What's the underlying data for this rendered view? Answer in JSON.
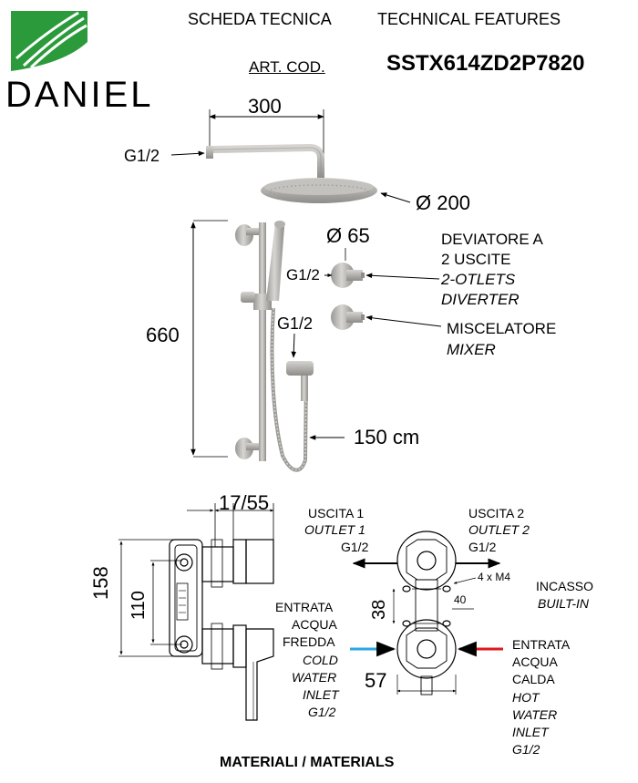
{
  "brand": {
    "name": "DANIEL",
    "color": "#2a9a3a"
  },
  "header": {
    "title_it": "SCHEDA TECNICA",
    "title_en": "TECHNICAL FEATURES",
    "art_cod_label": "ART. COD.",
    "art_cod_value": "SSTX614ZD2P7820"
  },
  "top_drawing": {
    "arm_length": "300",
    "arm_thread": "G1/2",
    "head_diameter": "Ø 200",
    "bar_height": "660",
    "diverter_diameter": "Ø 65",
    "diverter_thread": "G1/2",
    "outlet_thread": "G1/2",
    "hose_length": "150 cm",
    "diverter_label_it_1": "DEVIATORE A",
    "diverter_label_it_2": "2 USCITE",
    "diverter_label_en_1": "2-OTLETS",
    "diverter_label_en_2": "DIVERTER",
    "mixer_label_it": "MISCELATORE",
    "mixer_label_en": "MIXER"
  },
  "bottom_drawing": {
    "depth_range": "17/55",
    "height_total": "158",
    "height_inner": "110",
    "spacing": "38",
    "width": "57",
    "small_dim": "40",
    "screws": "4 x M4",
    "outlet1_it": "USCITA 1",
    "outlet1_en": "OUTLET 1",
    "outlet1_thread": "G1/2",
    "outlet2_it": "USCITA 2",
    "outlet2_en": "OUTLET 2",
    "outlet2_thread": "G1/2",
    "builtin_it": "INCASSO",
    "builtin_en": "BUILT-IN",
    "cold_it": [
      "ENTRATA",
      "ACQUA",
      "FREDDA"
    ],
    "cold_en": [
      "COLD",
      "WATER",
      "INLET",
      "G1/2"
    ],
    "hot_it": [
      "ENTRATA",
      "ACQUA",
      "CALDA"
    ],
    "hot_en": [
      "HOT",
      "WATER",
      "INLET",
      "G1/2"
    ],
    "cold_color": "#29a8e0",
    "hot_color": "#e0191b"
  },
  "footer": {
    "materials": "MATERIALI / MATERIALS"
  }
}
